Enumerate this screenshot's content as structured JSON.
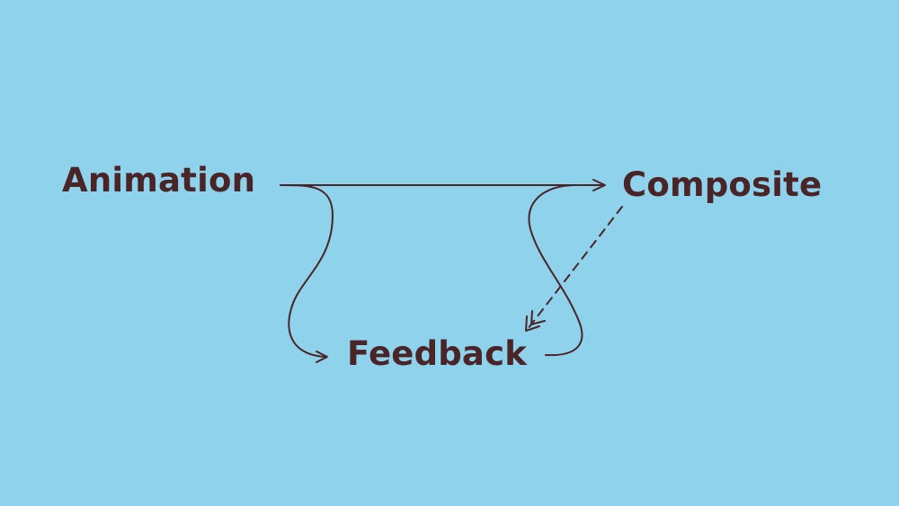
{
  "diagram": {
    "nodes": {
      "animation": {
        "label": "Animation"
      },
      "composite": {
        "label": "Composite"
      },
      "feedback": {
        "label": "Feedback"
      }
    },
    "edges": [
      {
        "from": "animation",
        "to": "composite",
        "style": "solid"
      },
      {
        "from": "animation",
        "to": "feedback",
        "style": "solid"
      },
      {
        "from": "feedback",
        "to": "composite",
        "style": "solid"
      },
      {
        "from": "composite",
        "to": "feedback",
        "style": "dashed"
      }
    ],
    "colors": {
      "background": "#8ed2ec",
      "ink": "#4a2426"
    }
  }
}
